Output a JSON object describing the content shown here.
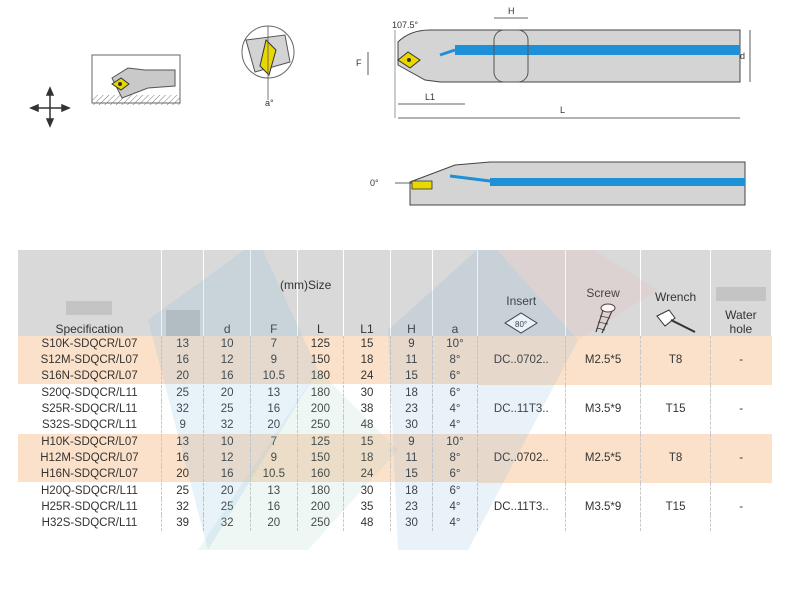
{
  "drawing": {
    "angle_top": "107.5°",
    "dim_H": "H",
    "dim_F": "F",
    "dim_d": "d",
    "dim_L1": "L1",
    "dim_L": "L",
    "dim_a": "a°",
    "dim_zero": "0°"
  },
  "table": {
    "group_title": "(mm)Size",
    "headers": {
      "specification": "Specification",
      "d": "d",
      "F": "F",
      "L": "L",
      "L1": "L1",
      "H": "H",
      "a": "a",
      "insert": "Insert",
      "insert_angle": "80°",
      "screw": "Screw",
      "wrench": "Wrench",
      "water_hole": "Water hole"
    },
    "groups": [
      {
        "rows": [
          {
            "spec": "S10K-SDQCR/L07",
            "h": "13",
            "d": "10",
            "F": "7",
            "L": "125",
            "L1": "15",
            "H": "9",
            "a": "10°"
          },
          {
            "spec": "S12M-SDQCR/L07",
            "h": "16",
            "d": "12",
            "F": "9",
            "L": "150",
            "L1": "18",
            "H": "11",
            "a": "8°"
          },
          {
            "spec": "S16N-SDQCR/L07",
            "h": "20",
            "d": "16",
            "F": "10.5",
            "L": "180",
            "L1": "24",
            "H": "15",
            "a": "6°"
          }
        ],
        "insert": "DC..0702..",
        "screw": "M2.5*5",
        "wrench": "T8",
        "water": "-",
        "shade": "orange"
      },
      {
        "rows": [
          {
            "spec": "S20Q-SDQCR/L11",
            "h": "25",
            "d": "20",
            "F": "13",
            "L": "180",
            "L1": "30",
            "H": "18",
            "a": "6°"
          },
          {
            "spec": "S25R-SDQCR/L11",
            "h": "32",
            "d": "25",
            "F": "16",
            "L": "200",
            "L1": "38",
            "H": "23",
            "a": "4°"
          },
          {
            "spec": "S32S-SDQCR/L11",
            "h": "9",
            "d": "32",
            "F": "20",
            "L": "250",
            "L1": "48",
            "H": "30",
            "a": "4°"
          }
        ],
        "insert": "DC..11T3..",
        "screw": "M3.5*9",
        "wrench": "T15",
        "water": "-",
        "shade": "white"
      },
      {
        "rows": [
          {
            "spec": "H10K-SDQCR/L07",
            "h": "13",
            "d": "10",
            "F": "7",
            "L": "125",
            "L1": "15",
            "H": "9",
            "a": "10°"
          },
          {
            "spec": "H12M-SDQCR/L07",
            "h": "16",
            "d": "12",
            "F": "9",
            "L": "150",
            "L1": "18",
            "H": "11",
            "a": "8°"
          },
          {
            "spec": "H16N-SDQCR/L07",
            "h": "20",
            "d": "16",
            "F": "10.5",
            "L": "160",
            "L1": "24",
            "H": "15",
            "a": "6°"
          }
        ],
        "insert": "DC..0702..",
        "screw": "M2.5*5",
        "wrench": "T8",
        "water": "-",
        "shade": "orange"
      },
      {
        "rows": [
          {
            "spec": "H20Q-SDQCR/L11",
            "h": "25",
            "d": "20",
            "F": "13",
            "L": "180",
            "L1": "30",
            "H": "18",
            "a": "6°"
          },
          {
            "spec": "H25R-SDQCR/L11",
            "h": "32",
            "d": "25",
            "F": "16",
            "L": "200",
            "L1": "35",
            "H": "23",
            "a": "4°"
          },
          {
            "spec": "H32S-SDQCR/L11",
            "h": "39",
            "d": "32",
            "F": "20",
            "L": "250",
            "L1": "48",
            "H": "30",
            "a": "4°"
          }
        ],
        "insert": "DC..11T3..",
        "screw": "M3.5*9",
        "wrench": "T15",
        "water": "-",
        "shade": "white"
      }
    ]
  }
}
